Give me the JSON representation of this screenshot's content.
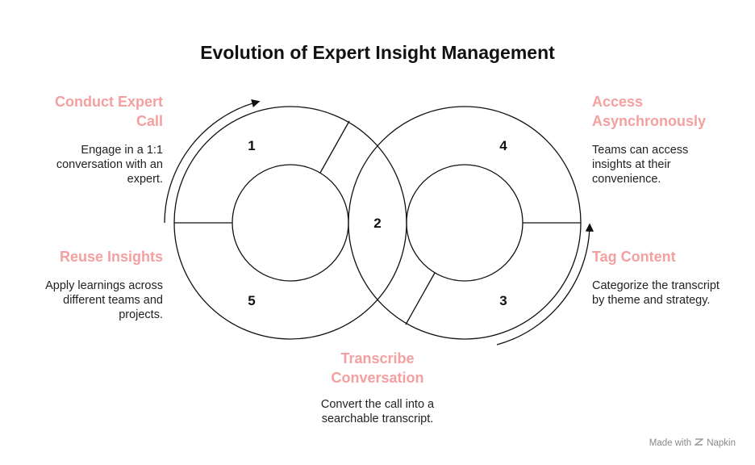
{
  "title": "Evolution of Expert Insight Management",
  "steps": [
    {
      "number": "1",
      "title": "Conduct Expert Call",
      "description": "Engage in a 1:1 conversation with an expert."
    },
    {
      "number": "2",
      "title": "Transcribe Conversation",
      "description": "Convert the call into a searchable transcript."
    },
    {
      "number": "3",
      "title": "Tag Content",
      "description": "Categorize the transcript by theme and strategy."
    },
    {
      "number": "4",
      "title": "Access Asynchronously",
      "description": "Teams can access insights at their convenience."
    },
    {
      "number": "5",
      "title": "Reuse Insights",
      "description": "Apply learnings across different teams and projects."
    }
  ],
  "footer": {
    "made_with": "Made with",
    "brand": "Napkin",
    "logo_icon": "napkin-logo-icon"
  },
  "colors": {
    "accent": "#f4a0a0",
    "stroke": "#111111"
  }
}
